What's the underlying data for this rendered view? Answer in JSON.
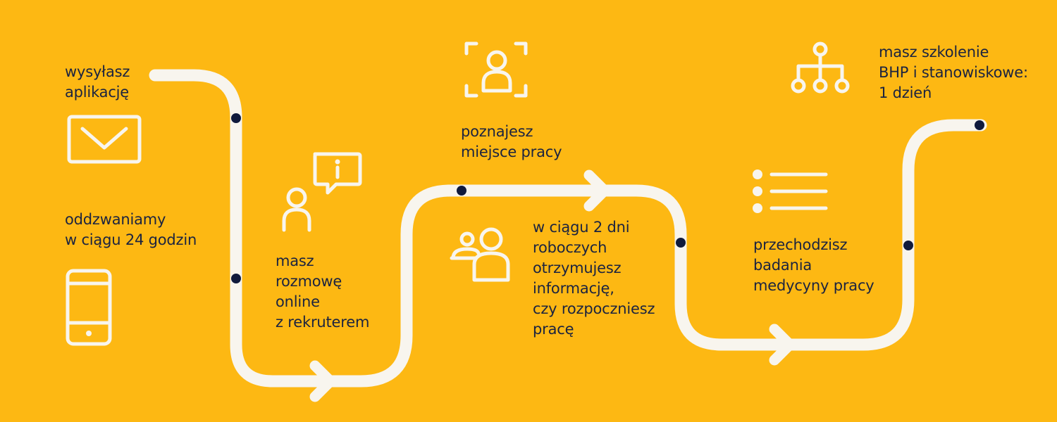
{
  "colors": {
    "background": "#FDB813",
    "path": "#F8F5EE",
    "icon": "#F8F5EE",
    "dot": "#101A3C",
    "text": "#1B2340"
  },
  "steps": [
    {
      "id": "apply",
      "text": "wysyłasz\naplikację",
      "icon": "envelope-icon"
    },
    {
      "id": "callback",
      "text": "oddzwaniamy\nw ciągu 24 godzin",
      "icon": "smartphone-icon"
    },
    {
      "id": "interview",
      "text": "masz\nrozmowę\nonline\nz rekruterem",
      "icon": "chat-info-icon"
    },
    {
      "id": "workplace",
      "text": "poznajesz\nmiejsce pracy",
      "icon": "person-frame-icon"
    },
    {
      "id": "decision",
      "text": "w ciągu 2 dni\nroboczych\notrzymujesz\ninformację,\nczy rozpoczniesz\npracę",
      "icon": "group-icon"
    },
    {
      "id": "medical",
      "text": "przechodzisz\nbadania\nmedycyny pracy",
      "icon": "list-icon"
    },
    {
      "id": "training",
      "text": "masz szkolenie\nBHP i stanowiskowe:\n1 dzień",
      "icon": "org-chart-icon"
    }
  ]
}
